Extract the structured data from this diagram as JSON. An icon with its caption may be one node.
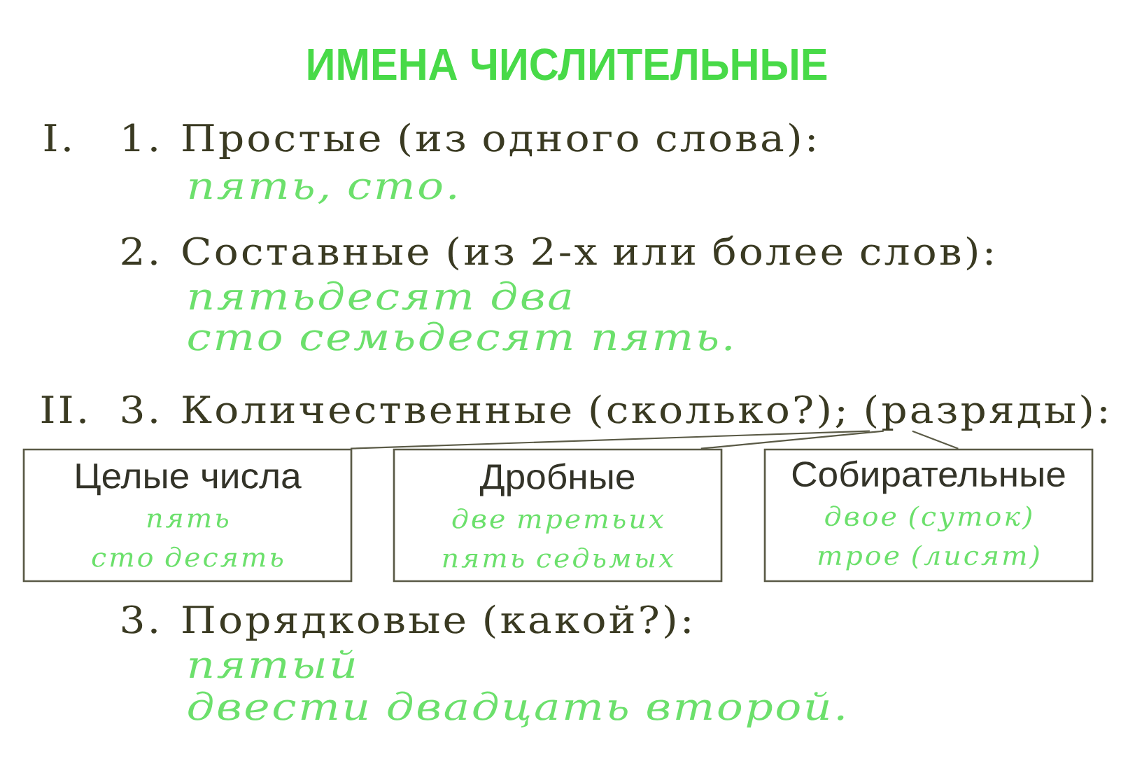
{
  "diagram": {
    "title": "ИМЕНА ЧИСЛИТЕЛЬНЫЕ",
    "nodes": [
      {
        "text": [
          "3. Количественные (сколько?); (разряды):"
        ]
      },
      {
        "text": [
          "Целые числа",
          "пять",
          "сто десять"
        ]
      },
      {
        "text": [
          "Дробные",
          "две третьих",
          "пять седьмых"
        ]
      },
      {
        "text": [
          "Собирательные",
          "двое (суток)",
          "трое (лисят)"
        ]
      }
    ],
    "edges": [
      {
        "from": 0,
        "to": 1,
        "arrow": "none"
      },
      {
        "from": 0,
        "to": 2,
        "arrow": "none"
      },
      {
        "from": 0,
        "to": 3,
        "arrow": "none"
      }
    ],
    "labels": [
      "I.",
      "1. Простые (из одного слова):",
      "пять, сто.",
      "2. Составные (из 2-х или более слов):",
      "пятьдесят два",
      "сто семьдесят пять.",
      "II.",
      "3. Порядковые (какой?):",
      "пятый",
      "двести двадцать второй."
    ]
  }
}
